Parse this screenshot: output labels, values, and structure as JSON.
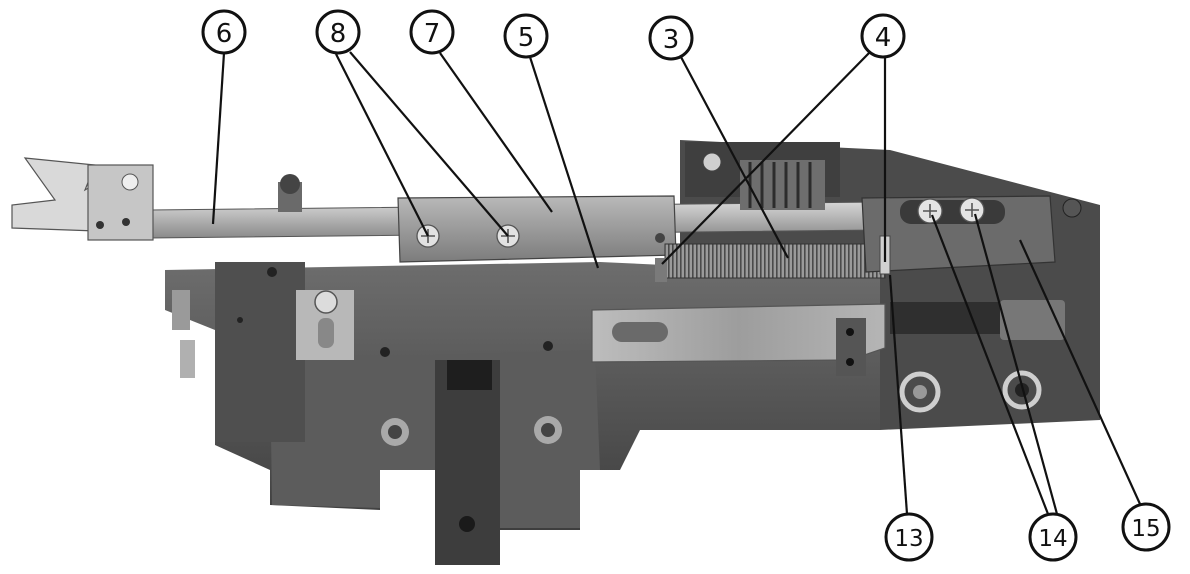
{
  "diagram": {
    "callouts": [
      {
        "id": "c6",
        "label": "6"
      },
      {
        "id": "c8",
        "label": "8"
      },
      {
        "id": "c7",
        "label": "7"
      },
      {
        "id": "c5",
        "label": "5"
      },
      {
        "id": "c3",
        "label": "3"
      },
      {
        "id": "c4",
        "label": "4"
      },
      {
        "id": "c13",
        "label": "13"
      },
      {
        "id": "c14",
        "label": "14"
      },
      {
        "id": "c15",
        "label": "15"
      }
    ]
  },
  "colors": {
    "background": "#ffffff",
    "ink": "#111111",
    "metal_dark": "#5a5a5a",
    "metal_mid": "#8e8e8e",
    "metal_light": "#c8c8c8"
  }
}
